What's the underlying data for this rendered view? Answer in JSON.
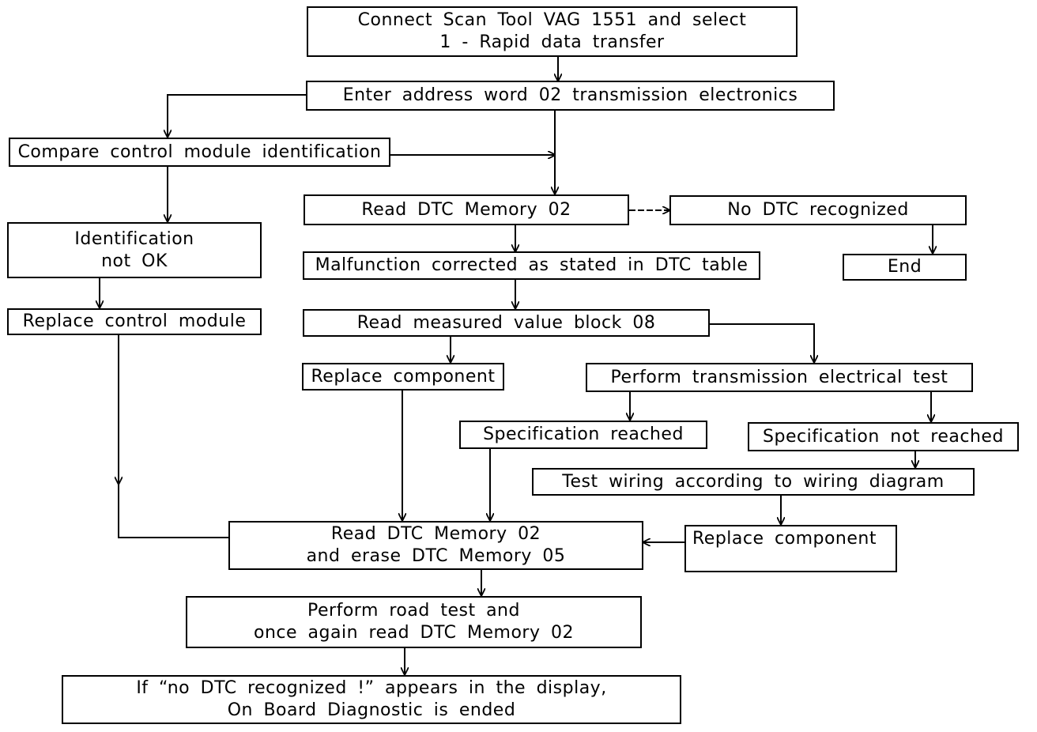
{
  "colors": {
    "line": "#000000",
    "background": "#ffffff"
  },
  "nodes": {
    "connect": [
      "Connect Scan Tool VAG 1551 and select",
      "1 - Rapid data transfer"
    ],
    "address": [
      "Enter address word 02 transmission electronics"
    ],
    "compare": [
      "Compare control module identification"
    ],
    "read_dtc": [
      "Read DTC Memory 02"
    ],
    "no_dtc": [
      "No DTC recognized"
    ],
    "ident_not_ok": [
      "Identification",
      "not OK"
    ],
    "malfunction": [
      "Malfunction corrected as stated in DTC table"
    ],
    "end": [
      "End"
    ],
    "replace_module": [
      "Replace control module"
    ],
    "measured_value": [
      "Read measured value block 08"
    ],
    "replace_component_1": [
      "Replace component"
    ],
    "perform_electrical": [
      "Perform transmission electrical test"
    ],
    "spec_reached": [
      "Specification reached"
    ],
    "spec_not_reached": [
      "Specification not reached"
    ],
    "test_wiring": [
      "Test wiring according to wiring diagram"
    ],
    "read_erase": [
      "Read DTC Memory 02",
      "and erase DTC Memory 05"
    ],
    "replace_component_2": [
      "Replace component"
    ],
    "road_test": [
      "Perform road test and",
      "once again read DTC Memory 02"
    ],
    "final": [
      "If “no DTC recognized !” appears in the display,",
      "On Board Diagnostic is ended"
    ]
  }
}
